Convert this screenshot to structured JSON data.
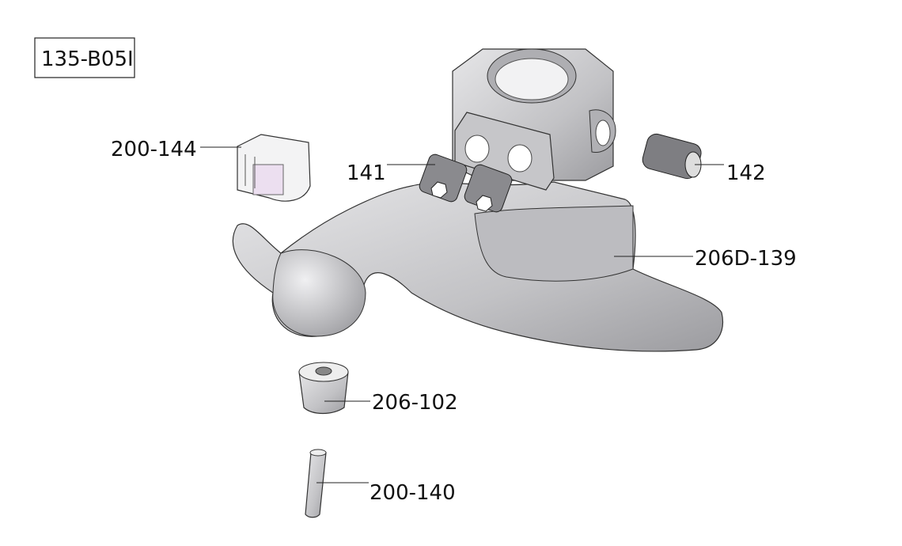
{
  "diagram": {
    "assembly_id": "135-B05I",
    "parts": [
      {
        "number": "200-144",
        "description_visible": ""
      },
      {
        "number": "141"
      },
      {
        "number": "142"
      },
      {
        "number": "206D-139"
      },
      {
        "number": "206-102"
      },
      {
        "number": "200-140"
      }
    ],
    "colors": {
      "part_gray": "#c9c9cb",
      "part_shadow": "#9a9a9e",
      "insert_pink": "#ecdff0"
    }
  }
}
